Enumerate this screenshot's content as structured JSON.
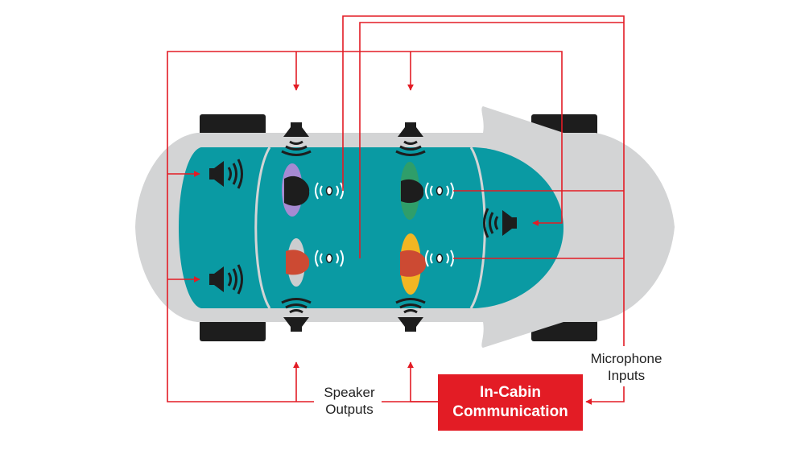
{
  "labels": {
    "speaker_outputs": [
      "Speaker",
      "Outputs"
    ],
    "microphone_inputs": [
      "Microphone",
      "Inputs"
    ]
  },
  "box": {
    "lines": [
      "In-Cabin",
      "Communication"
    ]
  },
  "colors": {
    "signal_line": "#e31c25",
    "cabin": "#0a9aa3",
    "car_body": "#d3d4d5",
    "tire": "#1d1d1d",
    "box_fill": "#e31c25"
  },
  "icons": {
    "speaker": "speaker-icon",
    "microphone": "microphone-icon",
    "occupant": "occupant-icon",
    "tire": "tire-icon"
  }
}
